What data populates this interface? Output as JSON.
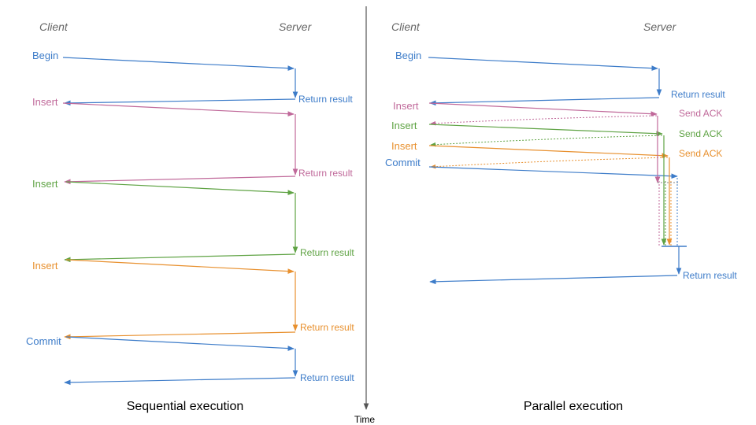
{
  "colors": {
    "blue": "#3d7cc9",
    "pink": "#c0699a",
    "green": "#5fa344",
    "orange": "#e8902e",
    "axis": "#555555"
  },
  "time_label": "Time",
  "sequential": {
    "client_header": "Client",
    "server_header": "Server",
    "caption": "Sequential execution",
    "ops": [
      {
        "label": "Begin",
        "color": "blue",
        "result": "Return result"
      },
      {
        "label": "Insert",
        "color": "pink",
        "result": "Return result"
      },
      {
        "label": "Insert",
        "color": "green",
        "result": "Return result"
      },
      {
        "label": "Insert",
        "color": "orange",
        "result": "Return result"
      },
      {
        "label": "Commit",
        "color": "blue",
        "result": "Return result"
      }
    ]
  },
  "parallel": {
    "client_header": "Client",
    "server_header": "Server",
    "caption": "Parallel execution",
    "begin": {
      "label": "Begin",
      "color": "blue",
      "result": "Return result"
    },
    "inserts": [
      {
        "label": "Insert",
        "color": "pink",
        "ack": "Send ACK"
      },
      {
        "label": "Insert",
        "color": "green",
        "ack": "Send ACK"
      },
      {
        "label": "Insert",
        "color": "orange",
        "ack": "Send ACK"
      }
    ],
    "commit": {
      "label": "Commit",
      "color": "blue",
      "result": "Return result"
    }
  }
}
